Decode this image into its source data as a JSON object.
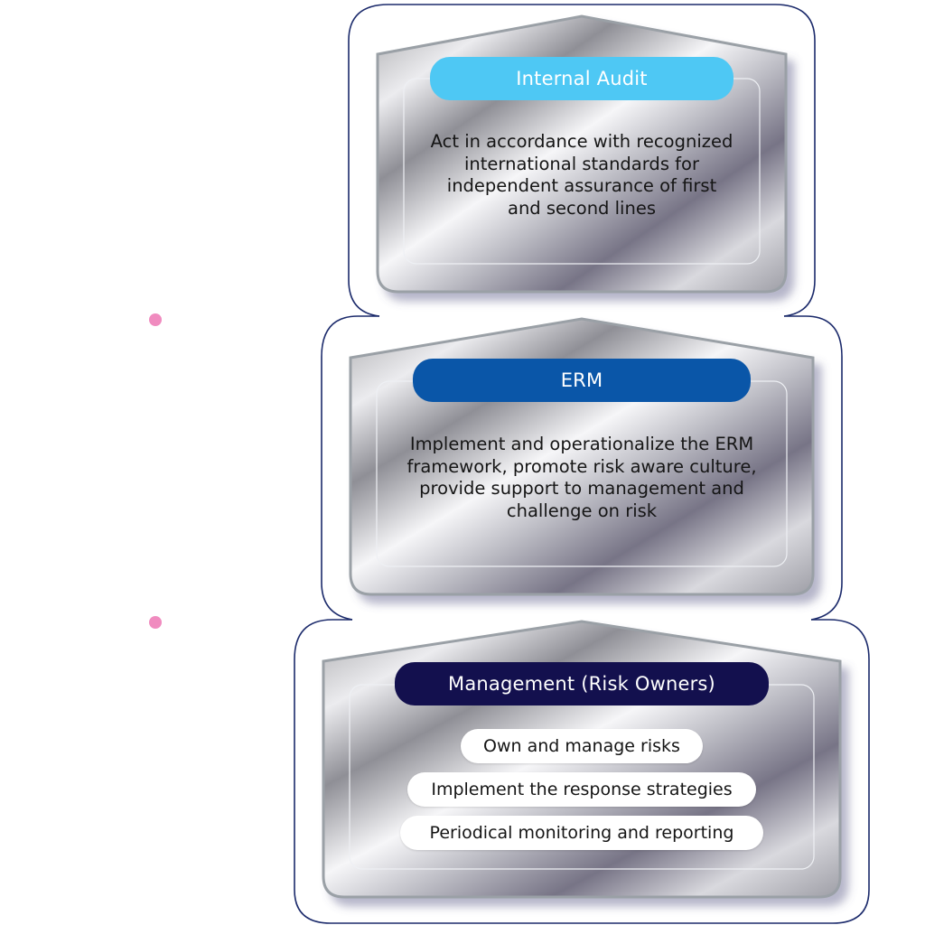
{
  "colors": {
    "internal_audit_accent": "#4ec8f4",
    "erm_accent": "#0a56a8",
    "management_accent": "#13104e",
    "outline": "#1b2a6b",
    "bullet": "#f08bbf"
  },
  "levels": [
    {
      "title": "Internal Audit",
      "description": "Act in accordance with recognized international standards for independent assurance of first and second lines"
    },
    {
      "title": "ERM",
      "description": "Implement and operationalize the ERM framework, promote risk aware culture, provide support to management and challenge on risk"
    },
    {
      "title": "Management (Risk Owners)",
      "items": [
        "Own and manage risks",
        "Implement the response strategies",
        "Periodical monitoring and reporting"
      ]
    }
  ]
}
